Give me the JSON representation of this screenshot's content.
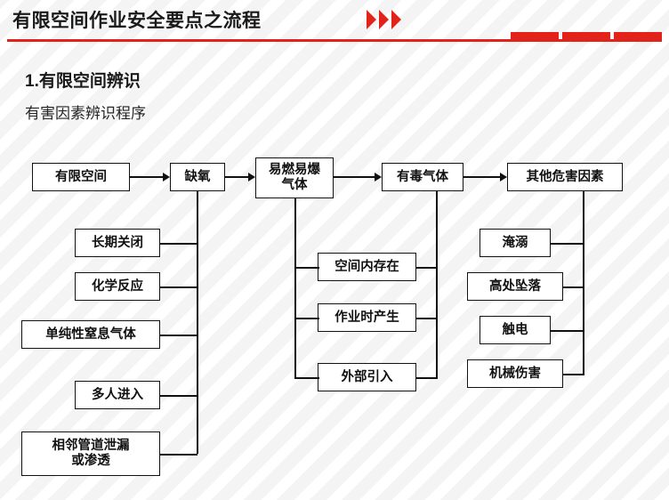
{
  "header": {
    "title": "有限空间作业安全要点之流程",
    "accent_color": "#e2231a",
    "chevron_icon": "double-chevron-right-icon",
    "chevron_count": 3,
    "block_count": 3
  },
  "section": {
    "title": "1.有限空间辨识",
    "subtitle": "有害因素辨识程序"
  },
  "chart_data": {
    "type": "diagram",
    "title": "有害因素辨识程序",
    "orientation": "left-to-right flow with vertical sub-branches",
    "main_flow": [
      {
        "id": "n1",
        "label": "有限空间"
      },
      {
        "id": "n2",
        "label": "缺氧"
      },
      {
        "id": "n3",
        "label": "易燃易爆\n气体"
      },
      {
        "id": "n4",
        "label": "有毒气体"
      },
      {
        "id": "n5",
        "label": "其他危害因素"
      }
    ],
    "branches": [
      {
        "parent": "n2",
        "items": [
          "长期关闭",
          "化学反应",
          "单纯性窒息气体",
          "多人进入",
          "相邻管道泄漏\n或渗透"
        ]
      },
      {
        "parent": "n3",
        "items": [
          "空间内存在",
          "作业时产生",
          "外部引入"
        ]
      },
      {
        "parent": "n5",
        "items": [
          "淹溺",
          "高处坠落",
          "触电",
          "机械伤害"
        ]
      }
    ]
  }
}
